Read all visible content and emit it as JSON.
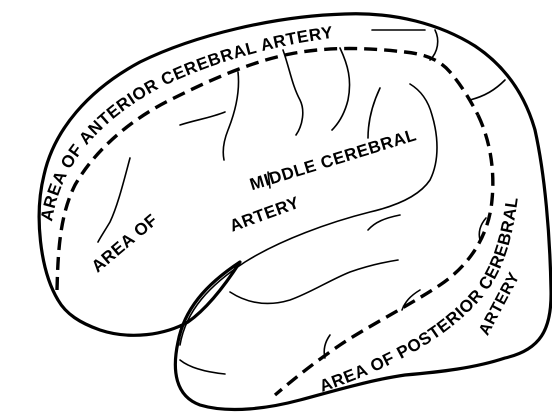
{
  "labels": {
    "anterior": "AREA OF ANTERIOR CEREBRAL ARTERY",
    "middle_line1": "MIDDLE  CEREBRAL",
    "middle_line2": "AREA  OF",
    "middle_line3": "ARTERY",
    "posterior_line1": "AREA OF POSTERIOR CEREBRAL",
    "posterior_line2": "ARTERY"
  },
  "colors": {
    "ink": "#000000",
    "paper": "#ffffff"
  }
}
